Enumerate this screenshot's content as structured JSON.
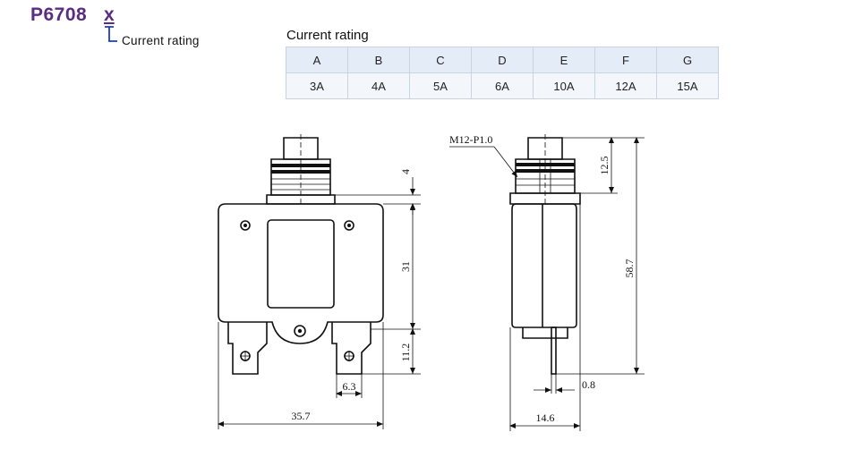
{
  "part": {
    "code": "P6708",
    "variable": "x",
    "variable_label": "Current rating"
  },
  "rating_table": {
    "title": "Current rating",
    "codes": [
      "A",
      "B",
      "C",
      "D",
      "E",
      "F",
      "G"
    ],
    "ratings": [
      "3A",
      "4A",
      "5A",
      "6A",
      "10A",
      "12A",
      "15A"
    ]
  },
  "front_view_dims": {
    "d_4": "4",
    "d_31": "31",
    "d_11_2": "11.2",
    "d_6_3": "6.3",
    "d_35_7": "35.7"
  },
  "side_view_dims": {
    "thread": "M12-P1.0",
    "d_12_5": "12.5",
    "d_58_7": "58.7",
    "d_0_8": "0.8",
    "d_14_6": "14.6"
  }
}
